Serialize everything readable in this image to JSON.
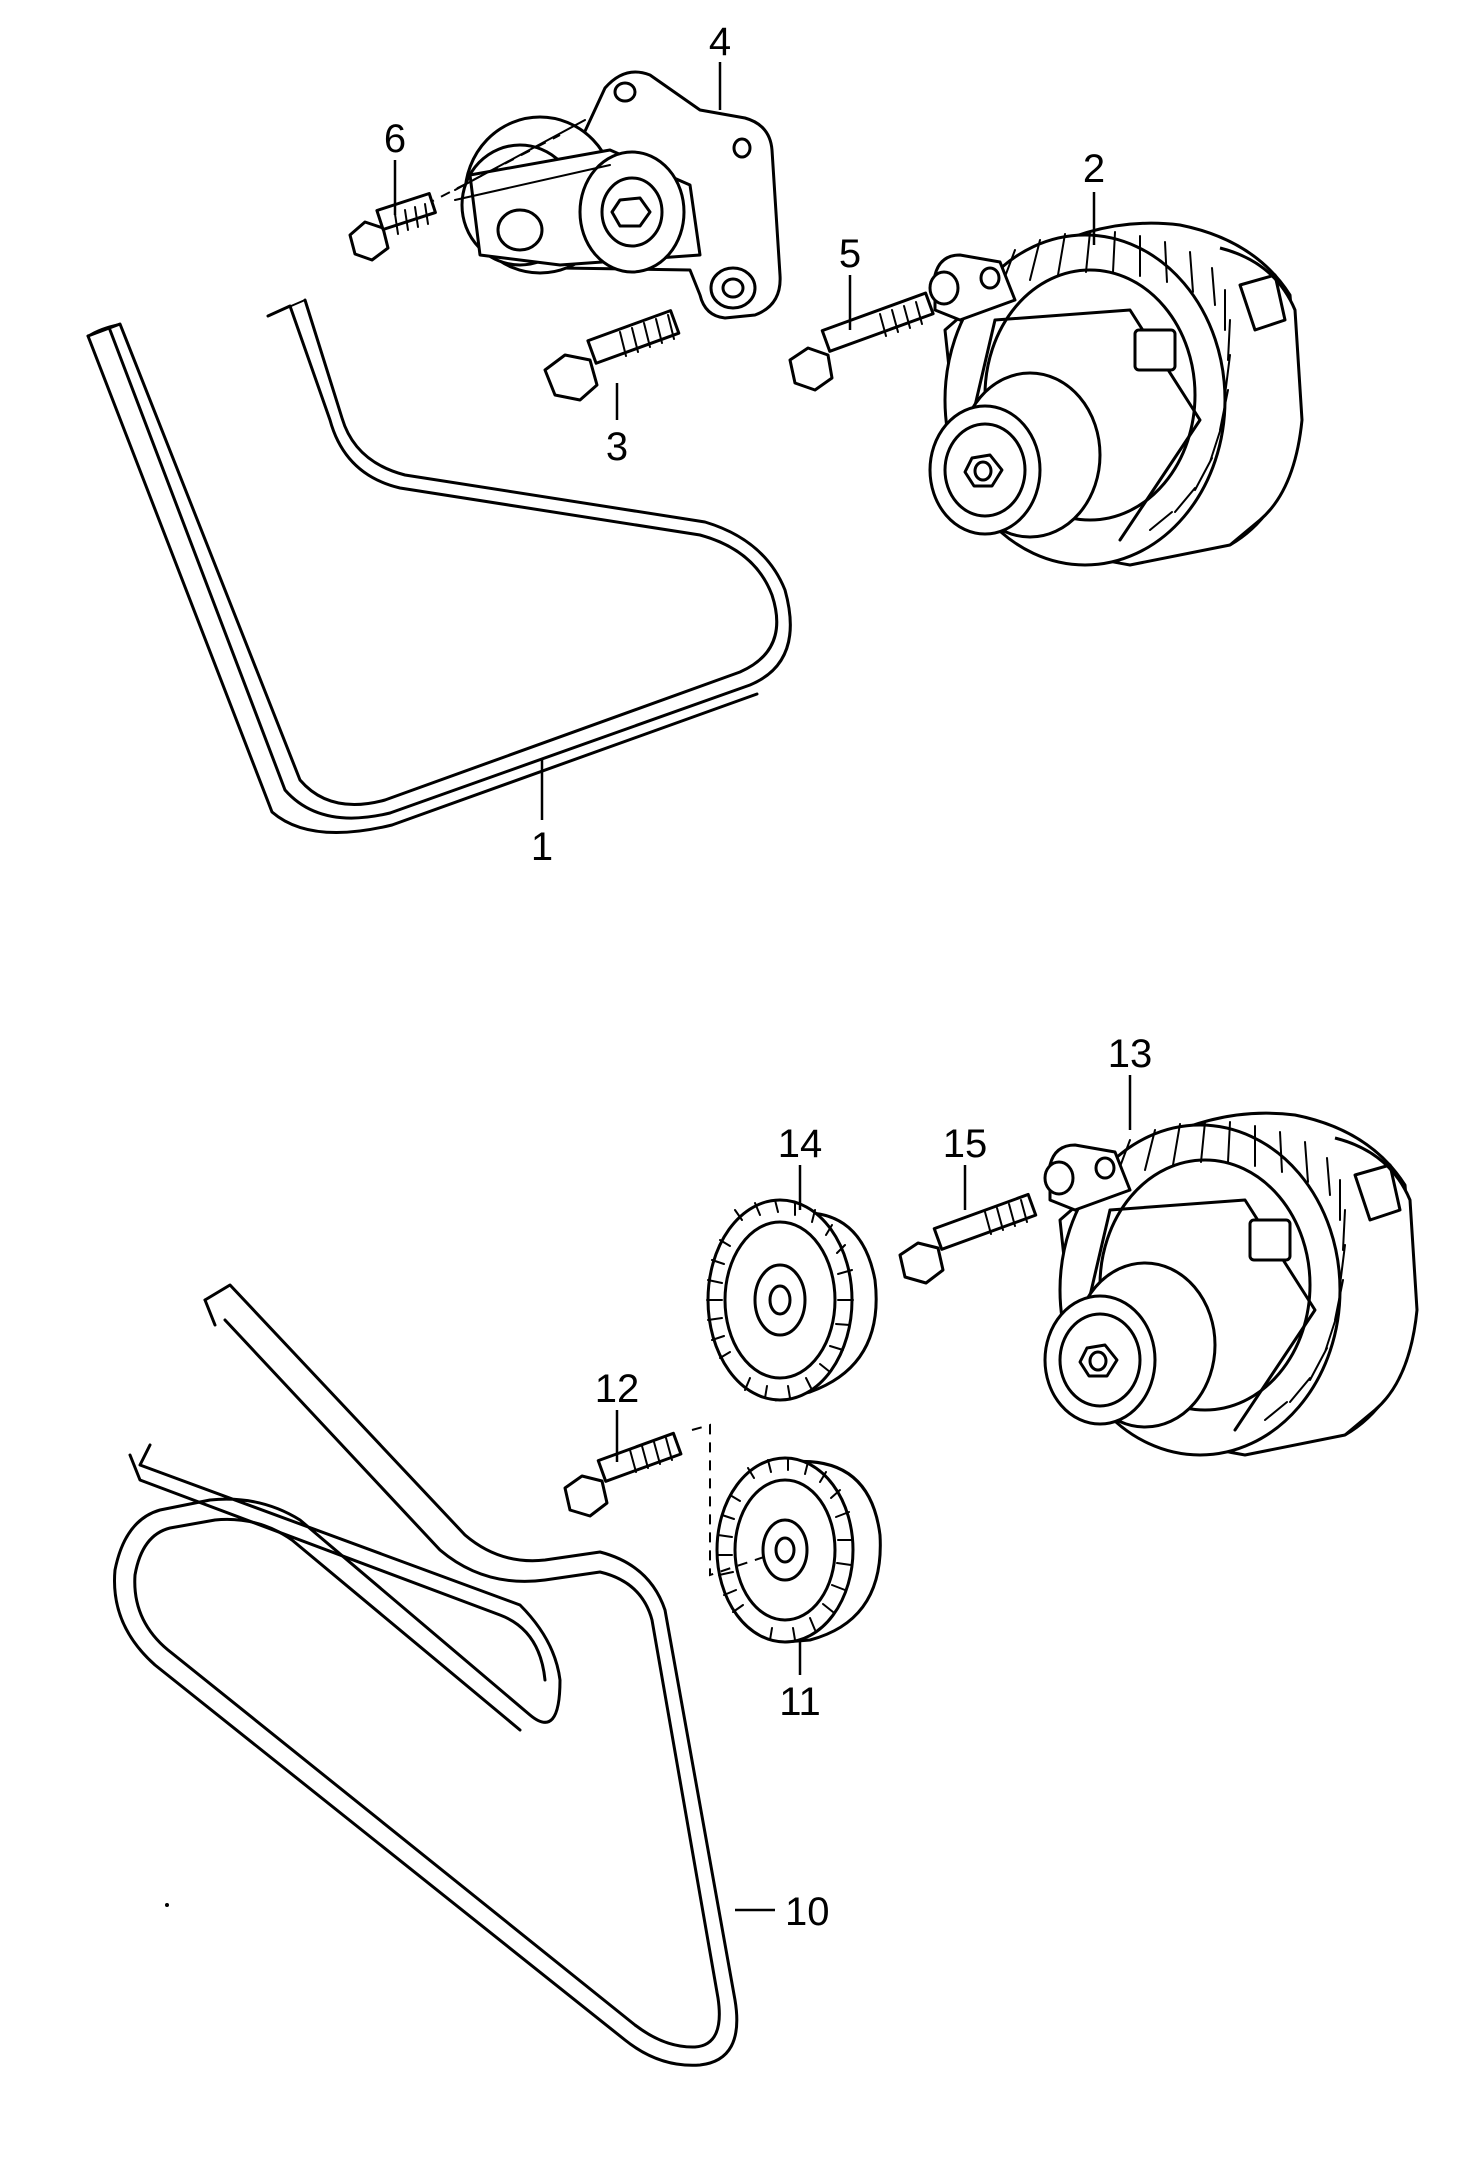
{
  "callouts": {
    "c1": "1",
    "c2": "2",
    "c3": "3",
    "c4": "4",
    "c5": "5",
    "c6": "6",
    "c10": "10",
    "c11": "11",
    "c12": "12",
    "c13": "13",
    "c14": "14",
    "c15": "15"
  }
}
